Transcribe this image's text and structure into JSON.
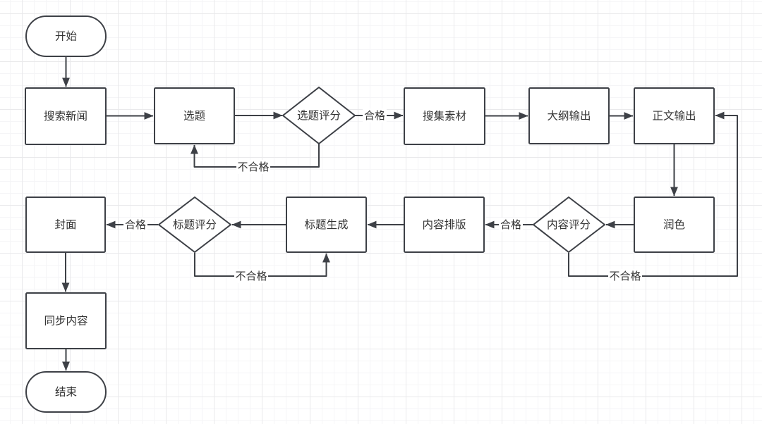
{
  "flowchart": {
    "nodes": [
      {
        "id": "start",
        "type": "terminal",
        "label": "开始"
      },
      {
        "id": "search-news",
        "type": "process",
        "label": "搜索新闻"
      },
      {
        "id": "topic",
        "type": "process",
        "label": "选题"
      },
      {
        "id": "topic-score",
        "type": "decision",
        "label": "选题评分"
      },
      {
        "id": "collect-material",
        "type": "process",
        "label": "搜集素材"
      },
      {
        "id": "outline-output",
        "type": "process",
        "label": "大纲输出"
      },
      {
        "id": "body-output",
        "type": "process",
        "label": "正文输出"
      },
      {
        "id": "polish",
        "type": "process",
        "label": "润色"
      },
      {
        "id": "content-score",
        "type": "decision",
        "label": "内容评分"
      },
      {
        "id": "content-layout",
        "type": "process",
        "label": "内容排版"
      },
      {
        "id": "title-generate",
        "type": "process",
        "label": "标题生成"
      },
      {
        "id": "title-score",
        "type": "decision",
        "label": "标题评分"
      },
      {
        "id": "cover",
        "type": "process",
        "label": "封面"
      },
      {
        "id": "sync-content",
        "type": "process",
        "label": "同步内容"
      },
      {
        "id": "end",
        "type": "terminal",
        "label": "结束"
      }
    ],
    "edge_labels": {
      "pass": "合格",
      "fail": "不合格"
    },
    "edges": [
      {
        "from": "start",
        "to": "search-news"
      },
      {
        "from": "search-news",
        "to": "topic"
      },
      {
        "from": "topic",
        "to": "topic-score"
      },
      {
        "from": "topic-score",
        "to": "collect-material",
        "label": "合格"
      },
      {
        "from": "topic-score",
        "to": "topic",
        "label": "不合格"
      },
      {
        "from": "collect-material",
        "to": "outline-output"
      },
      {
        "from": "outline-output",
        "to": "body-output"
      },
      {
        "from": "body-output",
        "to": "polish"
      },
      {
        "from": "polish",
        "to": "content-score"
      },
      {
        "from": "content-score",
        "to": "content-layout",
        "label": "合格"
      },
      {
        "from": "content-score",
        "to": "body-output",
        "label": "不合格"
      },
      {
        "from": "content-layout",
        "to": "title-generate"
      },
      {
        "from": "title-generate",
        "to": "title-score"
      },
      {
        "from": "title-score",
        "to": "cover",
        "label": "合格"
      },
      {
        "from": "title-score",
        "to": "title-generate",
        "label": "不合格"
      },
      {
        "from": "cover",
        "to": "sync-content"
      },
      {
        "from": "sync-content",
        "to": "end"
      }
    ],
    "colors": {
      "stroke": "#3d4046",
      "text": "#333333",
      "background": "#ffffff",
      "grid_minor": "#f5f5f7",
      "grid_major": "#e9e9eb"
    }
  }
}
